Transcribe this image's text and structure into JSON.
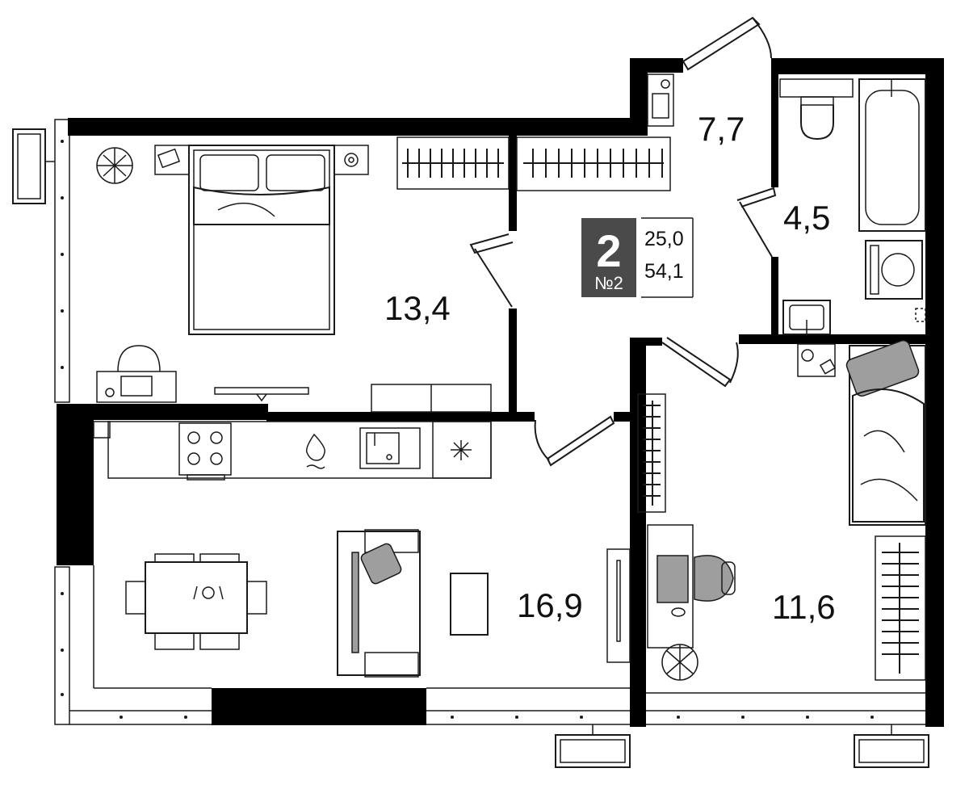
{
  "apartment": {
    "rooms_count": "2",
    "number_label": "№2",
    "living_area": "25,0",
    "total_area": "54,1"
  },
  "rooms": {
    "bedroom": "13,4",
    "hall": "7,7",
    "bathroom": "4,5",
    "kitchen_living": "16,9",
    "second_bedroom": "11,6"
  },
  "colors": {
    "walls": "#000000",
    "badge": "#4a4a4a",
    "furniture_accent": "#9e9e9e"
  }
}
